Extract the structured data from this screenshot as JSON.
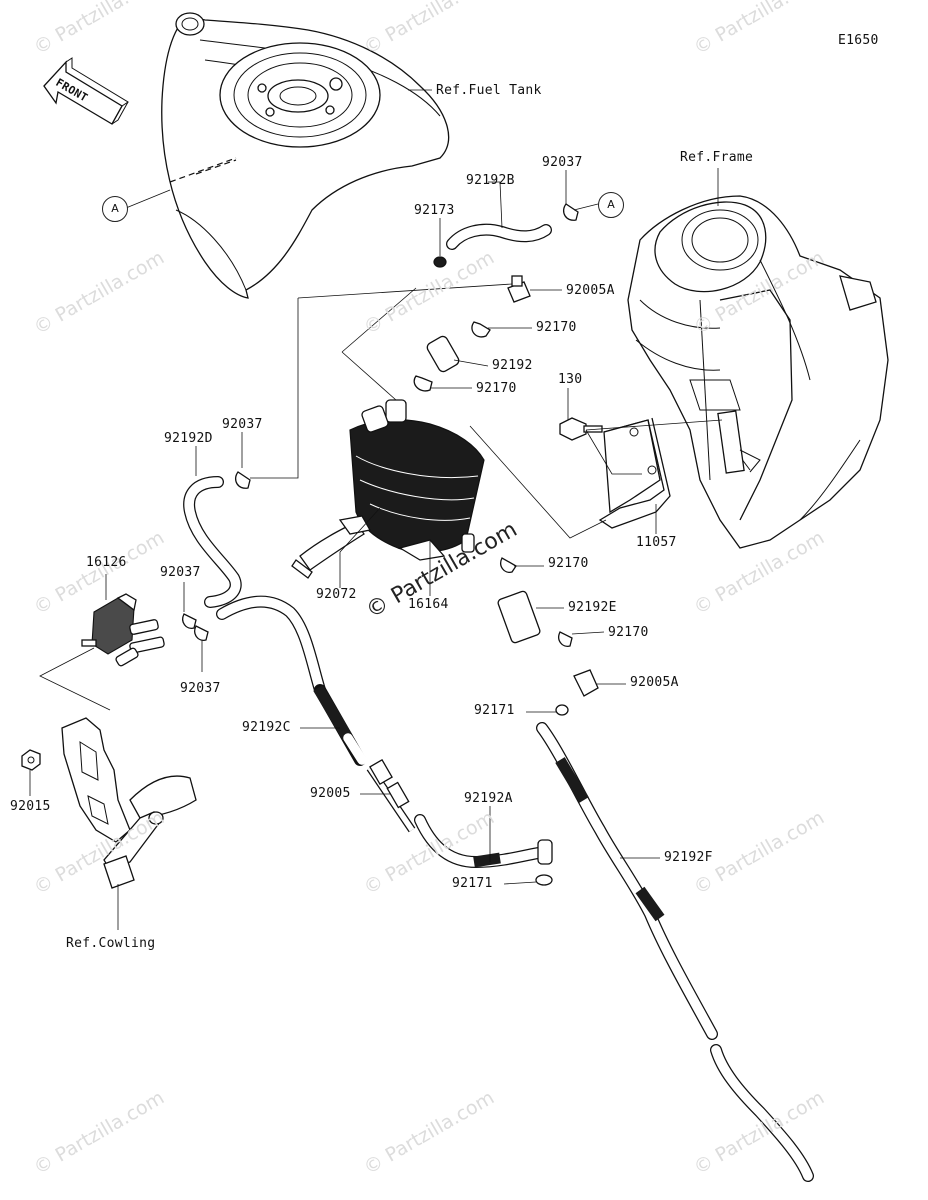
{
  "diagram_code": "E1650",
  "front_arrow": {
    "label": "FRONT"
  },
  "callout_symbol": "A",
  "refs": {
    "fuel_tank": "Ref.Fuel Tank",
    "frame": "Ref.Frame",
    "cowling": "Ref.Cowling"
  },
  "parts": {
    "p92037_top": "92037",
    "p92192B": "92192B",
    "p92173": "92173",
    "p92005A_top": "92005A",
    "p92170_a": "92170",
    "p92192": "92192",
    "p92170_b": "92170",
    "p130": "130",
    "p92037_mid": "92037",
    "p92192D": "92192D",
    "p16126": "16126",
    "p92037_left": "92037",
    "p92037_left2": "92037",
    "p92072": "92072",
    "p16164": "16164",
    "p92170_c": "92170",
    "p92192E": "92192E",
    "p92170_d": "92170",
    "p92005A_bot": "92005A",
    "p11057": "11057",
    "p92171_a": "92171",
    "p92192C": "92192C",
    "p92015": "92015",
    "p92005": "92005",
    "p92192A": "92192A",
    "p92171_b": "92171",
    "p92192F": "92192F"
  },
  "watermark": {
    "brand": "© Partzilla.com",
    "center": "© Partzilla.com"
  },
  "icons": [
    "front-arrow-icon",
    "callout-circle-icon"
  ]
}
